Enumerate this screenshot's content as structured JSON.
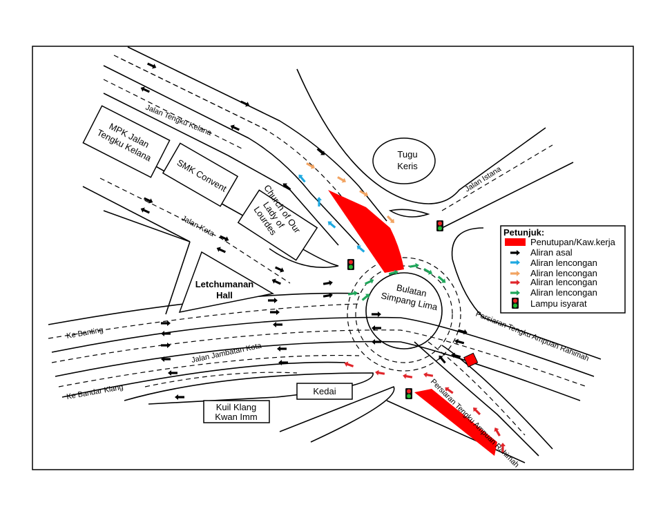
{
  "colors": {
    "closure": "#ff0000",
    "original_flow": "#000000",
    "diversion_blue": "#1fa9e1",
    "diversion_orange": "#f2a462",
    "diversion_red": "#e0262b",
    "diversion_green": "#1fa65a"
  },
  "roads": {
    "jalan_tengku_kelana": "Jalan Tengku Kelana",
    "jalan_istana": "Jalan Istana",
    "jalan_kota": "Jalan Kota",
    "ke_banting": "Ke Banting",
    "ke_bandar_klang": "Ke Bandar Klang",
    "jalan_jambatan_kota": "Jalan Jambatan Kota",
    "persiaran_east": "Persiaran Tengku Ampuan Rahimah",
    "persiaran_south": "Persiaran Tengku Ampuan Rahimah"
  },
  "landmarks": {
    "mpk": [
      "MPK Jalan",
      "Tengku Kelana"
    ],
    "smk": "SMK Convent",
    "church": [
      "Church of Our",
      "Lady of",
      "Lourdes"
    ],
    "hall": [
      "Letchumanan",
      "Hall"
    ],
    "tugu": [
      "Tugu",
      "Keris"
    ],
    "roundabout": [
      "Bulatan",
      "Simpang Lima"
    ],
    "kedai": "Kedai",
    "kuil": [
      "Kuil Klang",
      "Kwan Imm"
    ]
  },
  "legend": {
    "title": "Petunjuk:",
    "items": [
      {
        "label": "Penutupan/Kaw.kerja",
        "symbol": "red-rectangle"
      },
      {
        "label": "Aliran asal",
        "symbol": "black-arrow"
      },
      {
        "label": "Aliran lencongan",
        "symbol": "blue-arrow"
      },
      {
        "label": "Aliran lencongan",
        "symbol": "orange-arrow"
      },
      {
        "label": "Aliran lencongan",
        "symbol": "red-arrow"
      },
      {
        "label": "Aliran lencongan",
        "symbol": "green-arrow"
      },
      {
        "label": "Lampu isyarat",
        "symbol": "traffic-light"
      }
    ]
  }
}
